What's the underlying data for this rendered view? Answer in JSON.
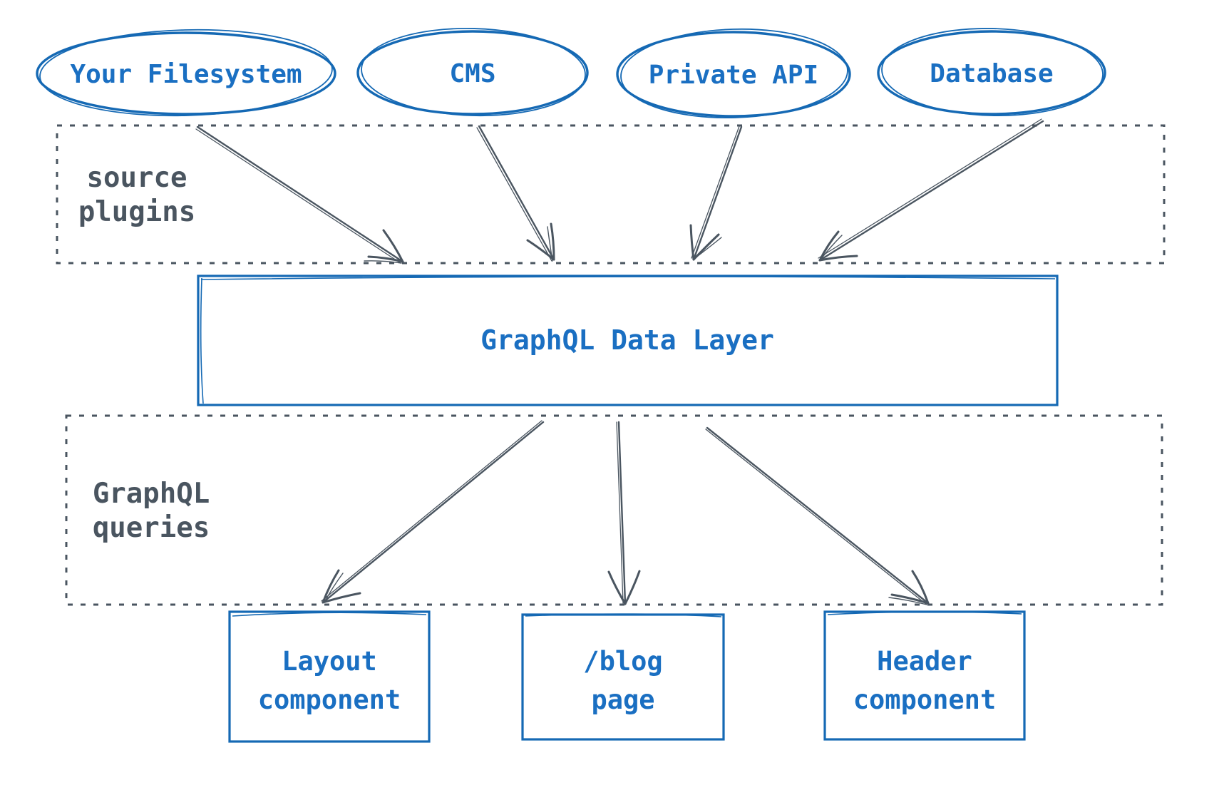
{
  "colors": {
    "blue": "#1569b4",
    "blue_text": "#1a6fc2",
    "gray": "#4a5560",
    "bg": "#ffffff"
  },
  "sources": [
    {
      "label": "Your Filesystem"
    },
    {
      "label": "CMS"
    },
    {
      "label": "Private API"
    },
    {
      "label": "Database"
    }
  ],
  "source_plugins": {
    "line1": "source",
    "line2": "plugins"
  },
  "data_layer": {
    "label": "GraphQL Data Layer"
  },
  "queries": {
    "line1": "GraphQL",
    "line2": "queries"
  },
  "outputs": [
    {
      "line1": "Layout",
      "line2": "component"
    },
    {
      "line1": "/blog",
      "line2": "page"
    },
    {
      "line1": "Header",
      "line2": "component"
    }
  ]
}
